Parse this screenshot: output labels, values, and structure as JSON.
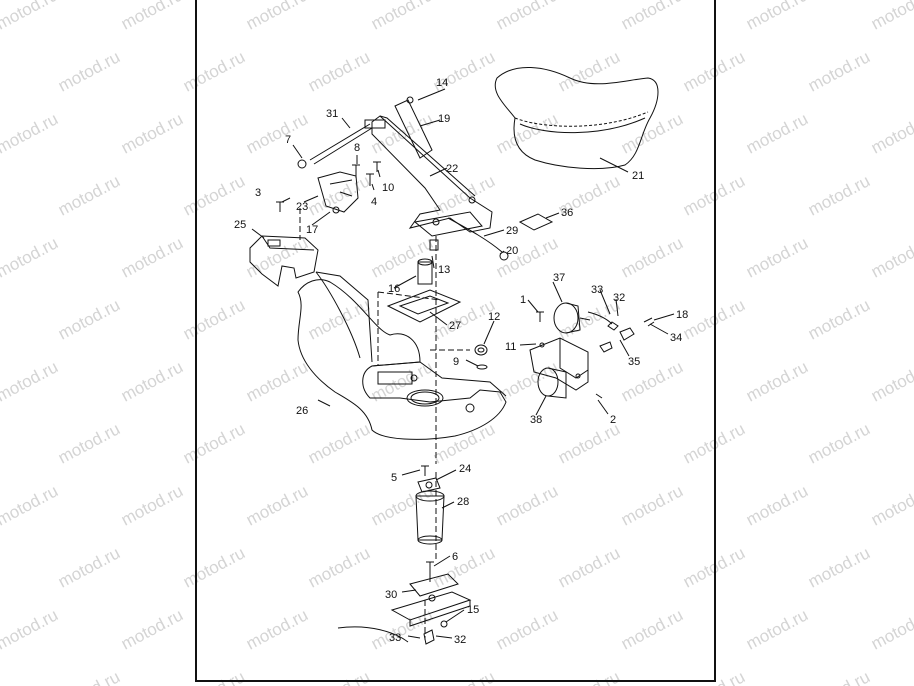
{
  "watermark": {
    "text": "motod.ru",
    "color": "#d4d4d4"
  },
  "callouts": [
    "1",
    "2",
    "3",
    "4",
    "5",
    "6",
    "7",
    "8",
    "9",
    "10",
    "11",
    "12",
    "13",
    "14",
    "15",
    "16",
    "17",
    "18",
    "19",
    "20",
    "21",
    "22",
    "23",
    "24",
    "25",
    "26",
    "27",
    "28",
    "29",
    "30",
    "31",
    "32",
    "32",
    "33",
    "33",
    "34",
    "35",
    "36",
    "37",
    "38"
  ]
}
